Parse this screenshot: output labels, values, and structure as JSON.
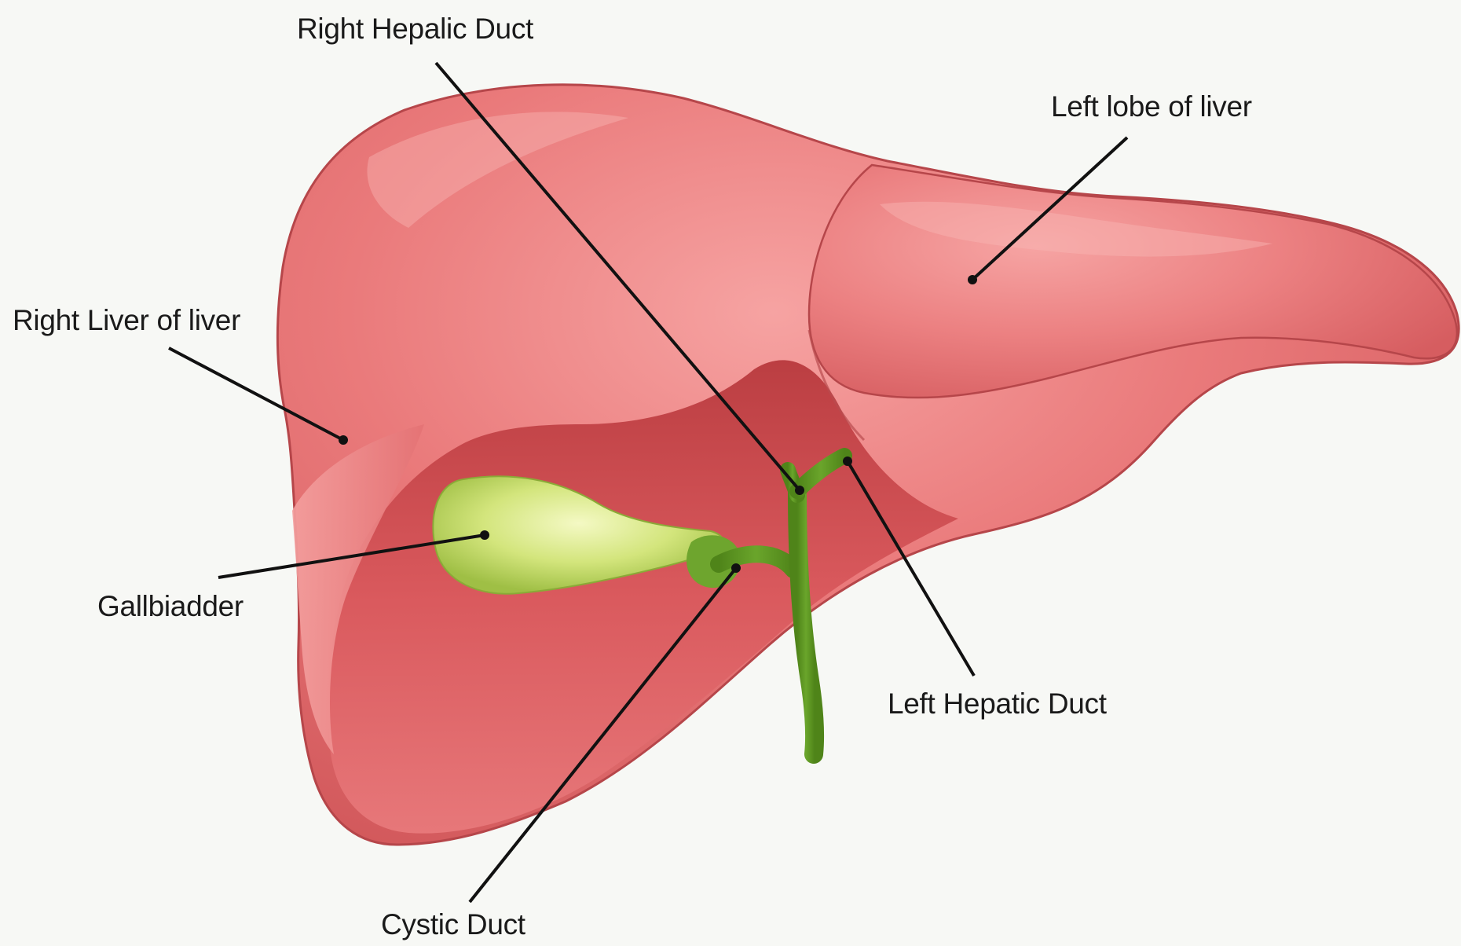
{
  "colors": {
    "background": "#f7f8f5",
    "liver_light": "#f08f8f",
    "liver_mid": "#e56a6c",
    "liver_dark": "#c24548",
    "liver_outline": "#a8383b",
    "gallbladder_light": "#f1f7b4",
    "gallbladder_mid": "#c8e06a",
    "gallbladder_dark": "#8fb33a",
    "duct_green": "#5e9422",
    "leader_line": "#111111"
  },
  "labels": {
    "right_hepatic_duct": "Right Hepalic Duct",
    "left_lobe": "Left lobe of liver",
    "right_lobe": "Right Liver of liver",
    "gallbladder": "Gallbiadder",
    "left_hepatic_duct": "Left Hepatic Duct",
    "cystic_duct": "Cystic Duct"
  }
}
